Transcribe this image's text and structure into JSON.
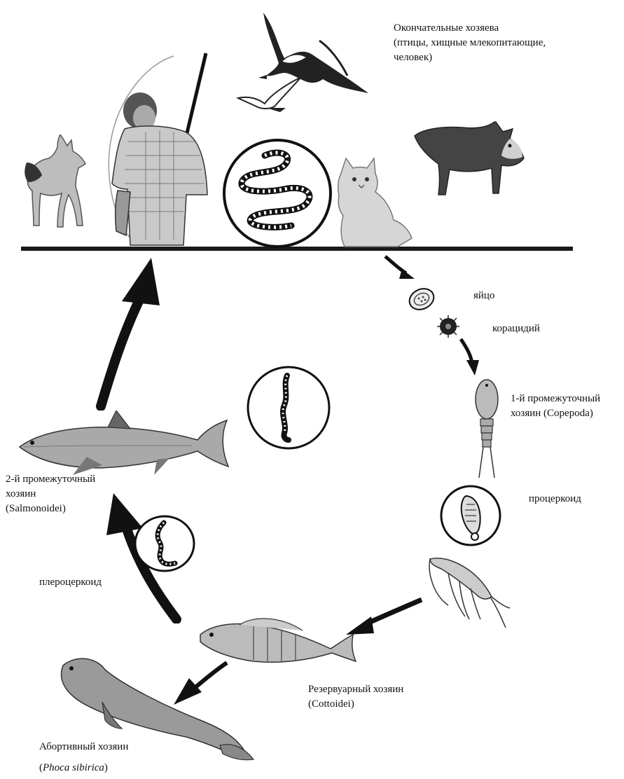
{
  "labels": {
    "definitive_hosts": {
      "line1": "Окончательные хозяева",
      "line2": "(птицы, хищные млекопитающие,",
      "line3": "человек)"
    },
    "egg": "яйцо",
    "coracidium": "корацидий",
    "first_intermediate": {
      "line1": "1-й промежуточный",
      "line2": "хозяин (Copepoda)"
    },
    "procercoid": "процеркоид",
    "second_intermediate": {
      "line1": "2-й промежуточный",
      "line2": "хозяин",
      "line3": "(Salmonoidei)"
    },
    "plerocercoid": "плероцеркоид",
    "reservoir_host": {
      "line1": "Резервуарный хозяин",
      "line2": "(Cottoidei)"
    },
    "abortive_host": {
      "line1": "Абортивный хозяин",
      "line2_open": "(",
      "line2_italic": "Phoca sibirica",
      "line2_close": ")"
    }
  },
  "colors": {
    "ink": "#111111",
    "ground_line": "#1a1a1a",
    "background": "#ffffff"
  },
  "icons": [
    "gull-icon",
    "wolf-icon",
    "fisherman-icon",
    "tapeworm-icon",
    "cat-icon",
    "fox-icon",
    "egg-icon",
    "coracidium-icon",
    "copepod-icon",
    "procercoid-icon",
    "whitefish-icon",
    "plerocercoid-icon",
    "amphipod-icon",
    "sculpin-icon",
    "seal-icon"
  ]
}
